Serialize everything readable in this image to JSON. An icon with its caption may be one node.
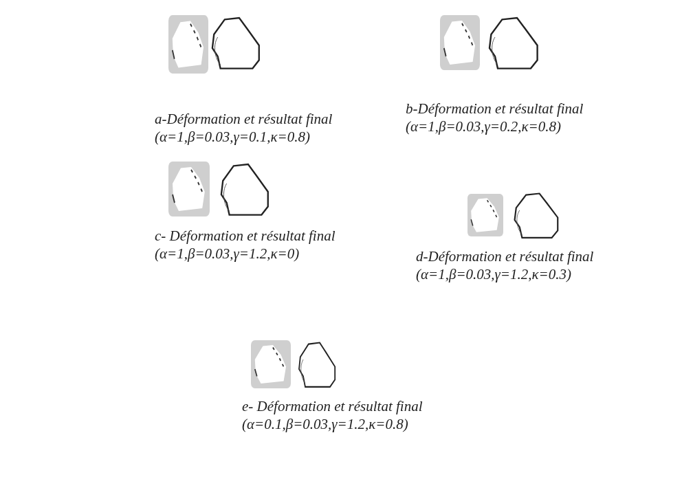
{
  "diagram": {
    "labels": [
      "a-Déformation et résultat final (α=1,β=0.03,γ=0.1,κ=0.8)",
      "b-Déformation et résultat final (α=1,β=0.03,γ=0.2,κ=0.8)",
      "c- Déformation et résultat final (α=1,β=0.03,γ=1.2,κ=0)",
      "d-Déformation et résultat final (α=1,β=0.03,γ=1.2,κ=0.3)",
      "e- Déformation et résultat final (α=0.1,β=0.03,γ=1.2,κ=0.8)"
    ]
  }
}
